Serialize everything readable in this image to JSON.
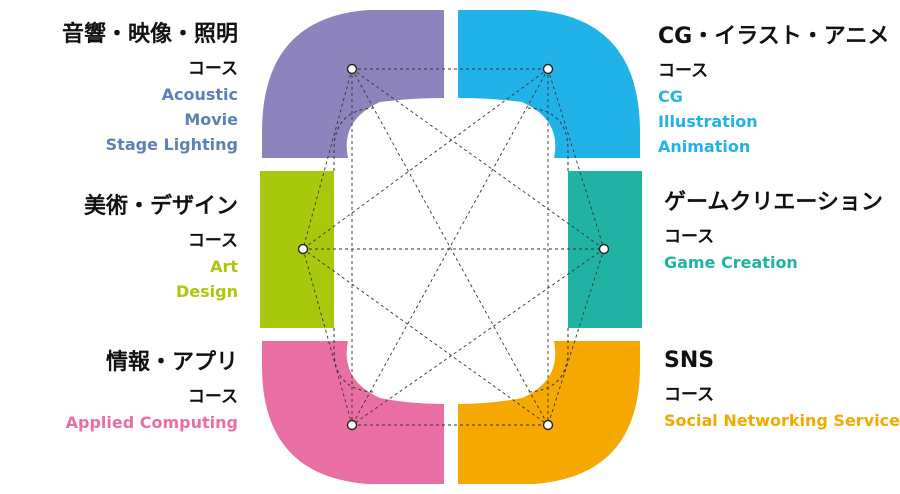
{
  "colors": {
    "acoustic": "#8e84bd",
    "cg": "#21b3e8",
    "art": "#a8c90b",
    "game": "#20b3a4",
    "applied": "#e96ea3",
    "sns": "#f5a900",
    "node_fill": "#ffffff",
    "line": "#333333"
  },
  "courses": {
    "acoustic": {
      "title": "音響・映像・照明",
      "suffix": "コース",
      "en": [
        "Acoustic",
        "Movie",
        "Stage Lighting"
      ]
    },
    "art": {
      "title": "美術・デザイン",
      "suffix": "コース",
      "en": [
        "Art",
        "Design"
      ]
    },
    "applied": {
      "title": "情報・アプリ",
      "suffix": "コース",
      "en": [
        "Applied Computing"
      ]
    },
    "cg": {
      "title": "CG・イラスト・アニメ",
      "suffix": "コース",
      "en": [
        "CG",
        "Illustration",
        "Animation"
      ]
    },
    "game": {
      "title": "ゲームクリエーション",
      "suffix": "コース",
      "en": [
        "Game Creation"
      ]
    },
    "sns": {
      "title": "SNS",
      "suffix": "コース",
      "en": [
        "Social Networking Service"
      ]
    }
  }
}
